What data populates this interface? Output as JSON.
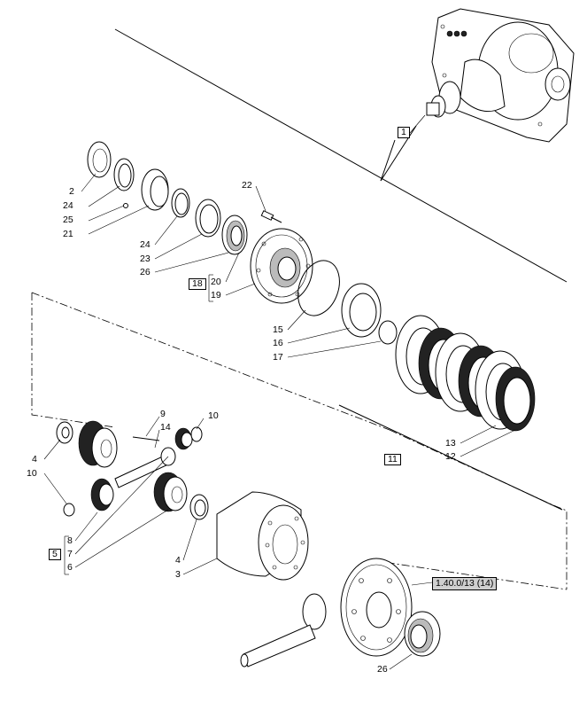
{
  "callouts": [
    {
      "id": "c2",
      "text": "2"
    },
    {
      "id": "c24a",
      "text": "24"
    },
    {
      "id": "c25",
      "text": "25"
    },
    {
      "id": "c21",
      "text": "21"
    },
    {
      "id": "c24b",
      "text": "24"
    },
    {
      "id": "c23",
      "text": "23"
    },
    {
      "id": "c26a",
      "text": "26"
    },
    {
      "id": "c22",
      "text": "22"
    },
    {
      "id": "c20",
      "text": "20"
    },
    {
      "id": "c19",
      "text": "19"
    },
    {
      "id": "c15",
      "text": "15"
    },
    {
      "id": "c16",
      "text": "16"
    },
    {
      "id": "c17",
      "text": "17"
    },
    {
      "id": "c13",
      "text": "13"
    },
    {
      "id": "c12",
      "text": "12"
    },
    {
      "id": "c9",
      "text": "9"
    },
    {
      "id": "c14",
      "text": "14"
    },
    {
      "id": "c10a",
      "text": "10"
    },
    {
      "id": "c4a",
      "text": "4"
    },
    {
      "id": "c10b",
      "text": "10"
    },
    {
      "id": "c8",
      "text": "8"
    },
    {
      "id": "c7",
      "text": "7"
    },
    {
      "id": "c6",
      "text": "6"
    },
    {
      "id": "c4b",
      "text": "4"
    },
    {
      "id": "c3",
      "text": "3"
    },
    {
      "id": "c26b",
      "text": "26"
    }
  ],
  "boxes": {
    "b1": "1",
    "b18": "18",
    "b11": "11",
    "b5": "5"
  },
  "reference": "1.40.0/13 (14)"
}
